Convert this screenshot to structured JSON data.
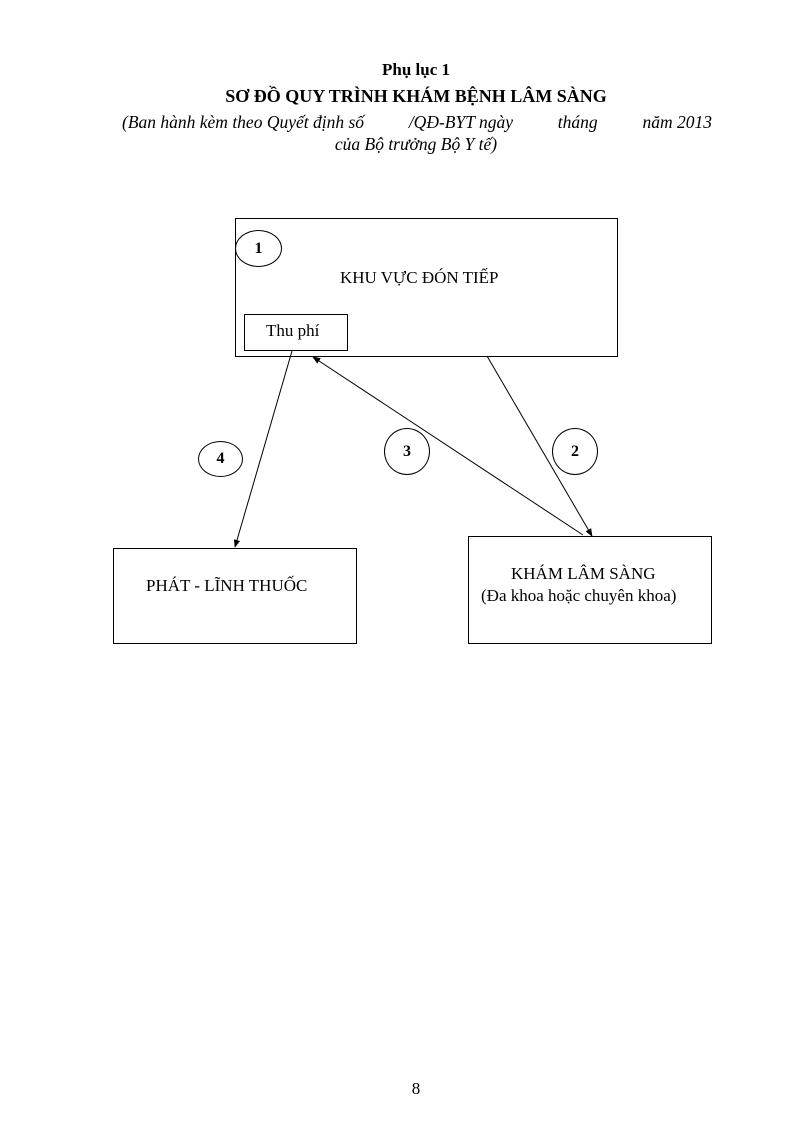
{
  "header": {
    "appendix": "Phụ lục 1",
    "title": "SƠ ĐỒ QUY TRÌNH KHÁM BỆNH LÂM SÀNG",
    "subtitle_parts": [
      "(Ban hành kèm theo Quyết định số",
      "/QĐ-BYT ngày",
      "tháng",
      "năm 2013"
    ],
    "subtitle_line2": "của Bộ trưởng Bộ Y tế)"
  },
  "diagram": {
    "reception": "KHU VỰC ĐÓN TIẾP",
    "fee": "Thu phí",
    "dispense": "PHÁT - LĨNH THUỐC",
    "exam": "KHÁM LÂM SÀNG",
    "exam_sub": "(Đa khoa hoặc chuyên khoa)",
    "steps": [
      "1",
      "2",
      "3",
      "4"
    ]
  },
  "page_number": "8"
}
